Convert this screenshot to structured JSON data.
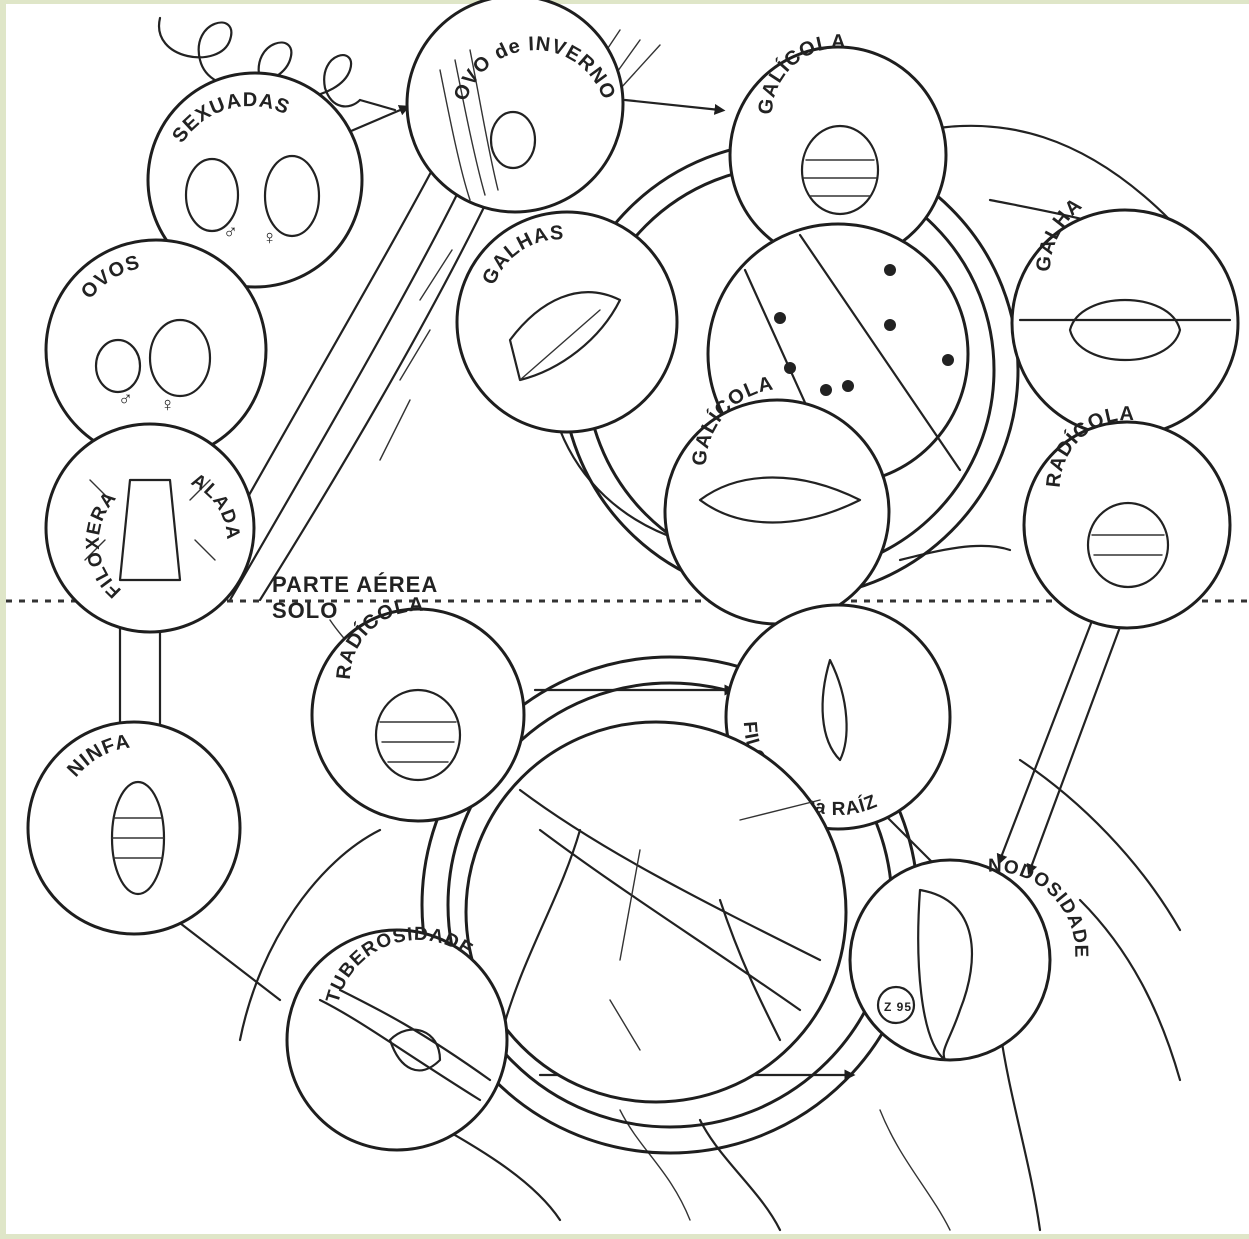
{
  "colors": {
    "frame": "#dfe6c8",
    "paper": "#ffffff",
    "ink": "#1e1e1e"
  },
  "nodes": {
    "ovo_inverno": "OVO de INVERNO",
    "sexuadas": "SEXUADAS",
    "galicola_top": "GALÍCOLA",
    "galhas": "GALHAS",
    "galha": "GALHA",
    "ovos": "OVOS",
    "galicola_bottom": "GALÍCOLA",
    "filoxera": "FILOXERA",
    "alada": "ALADA",
    "radicola_right": "RADÍCOLA",
    "radicola_soil": "RADÍCOLA",
    "filoxera_raiz": "FILOXERA na RAÍZ",
    "ninfa": "NINFA",
    "nodosidade": "NODOSIDADE",
    "tuberosidade": "TUBEROSIDADE"
  },
  "symbols": {
    "male": "♂",
    "female": "♀"
  },
  "zones": {
    "aerial": "PARTE AÉREA",
    "soil": "SOLO"
  },
  "signature": "Z 95"
}
